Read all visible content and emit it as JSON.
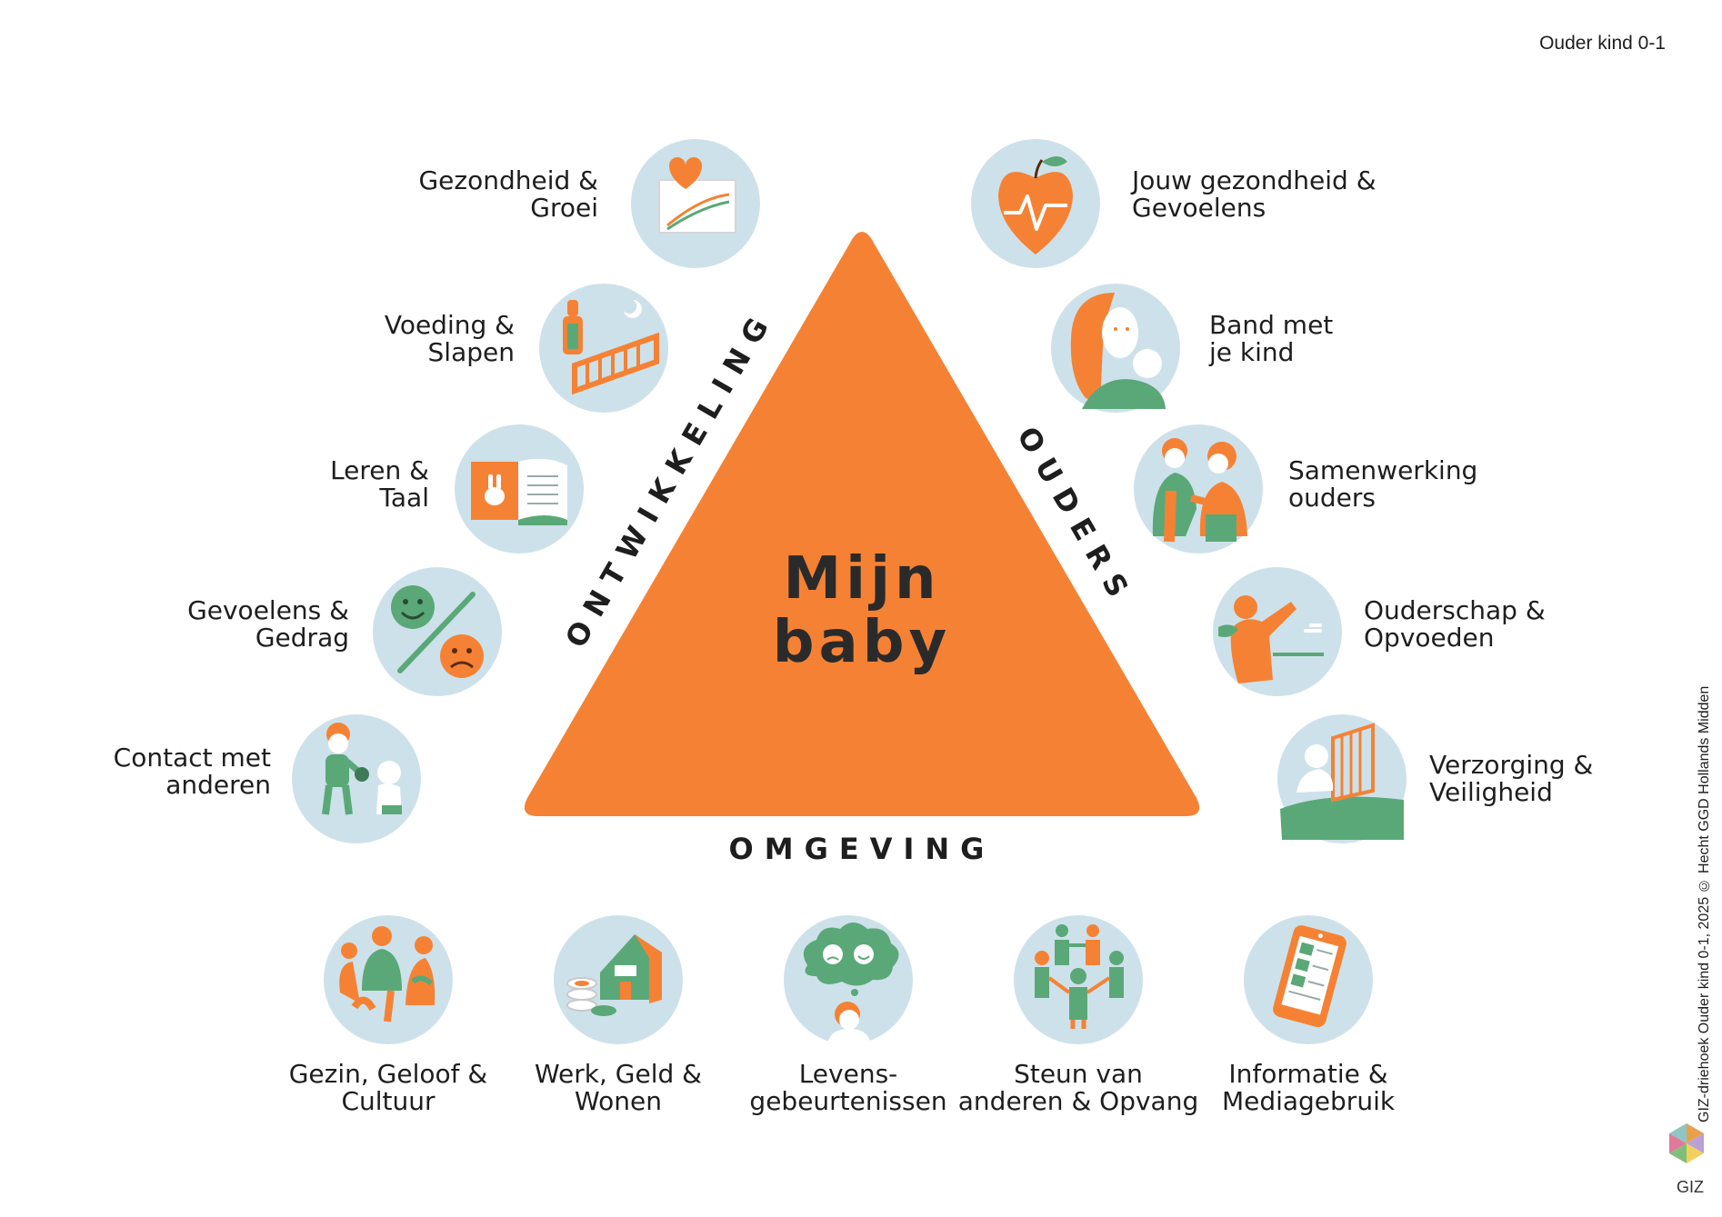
{
  "header": {
    "corner_label": "Ouder kind 0-1"
  },
  "center": {
    "line1": "Mijn",
    "line2": "baby"
  },
  "sides": {
    "left": "ONTWIKKELING",
    "right": "OUDERS",
    "bottom": "OMGEVING"
  },
  "colors": {
    "orange": "#f58234",
    "green": "#5aa878",
    "circle": "#cde1ea",
    "text": "#1e1e1e"
  },
  "topics_left": [
    {
      "line1": "Gezondheid &",
      "line2": "Groei",
      "icon": "heart-growth-chart-icon"
    },
    {
      "line1": "Voeding &",
      "line2": "Slapen",
      "icon": "bottle-crib-icon"
    },
    {
      "line1": "Leren &",
      "line2": "Taal",
      "icon": "picture-book-icon"
    },
    {
      "line1": "Gevoelens &",
      "line2": "Gedrag",
      "icon": "happy-sad-face-icon"
    },
    {
      "line1": "Contact met",
      "line2": "anderen",
      "icon": "toddler-baby-play-icon"
    }
  ],
  "topics_right": [
    {
      "line1": "Jouw gezondheid &",
      "line2": "Gevoelens",
      "icon": "apple-heartbeat-icon"
    },
    {
      "line1": "Band met",
      "line2": "je kind",
      "icon": "parent-baby-bond-icon"
    },
    {
      "line1": "Samenwerking",
      "line2": "ouders",
      "icon": "two-parents-icon"
    },
    {
      "line1": "Ouderschap &",
      "line2": "Opvoeden",
      "icon": "parent-pointing-icon"
    },
    {
      "line1": "Verzorging &",
      "line2": "Veiligheid",
      "icon": "baby-stairgate-icon"
    }
  ],
  "topics_bottom": [
    {
      "line1": "Gezin, Geloof &",
      "line2": "Cultuur",
      "icon": "family-icon"
    },
    {
      "line1": "Werk, Geld &",
      "line2": "Wonen",
      "icon": "house-coins-icon"
    },
    {
      "line1": "Levens-",
      "line2": "gebeurtenissen",
      "icon": "thought-cloud-icon"
    },
    {
      "line1": "Steun van",
      "line2": "anderen & Opvang",
      "icon": "support-group-icon"
    },
    {
      "line1": "Informatie &",
      "line2": "Mediagebruik",
      "icon": "tablet-icon"
    }
  ],
  "footer": {
    "credit": "GIZ-driehoek Ouder kind 0-1, 2025 © Hecht GGD Hollands Midden",
    "logo_text": "GIZ"
  }
}
